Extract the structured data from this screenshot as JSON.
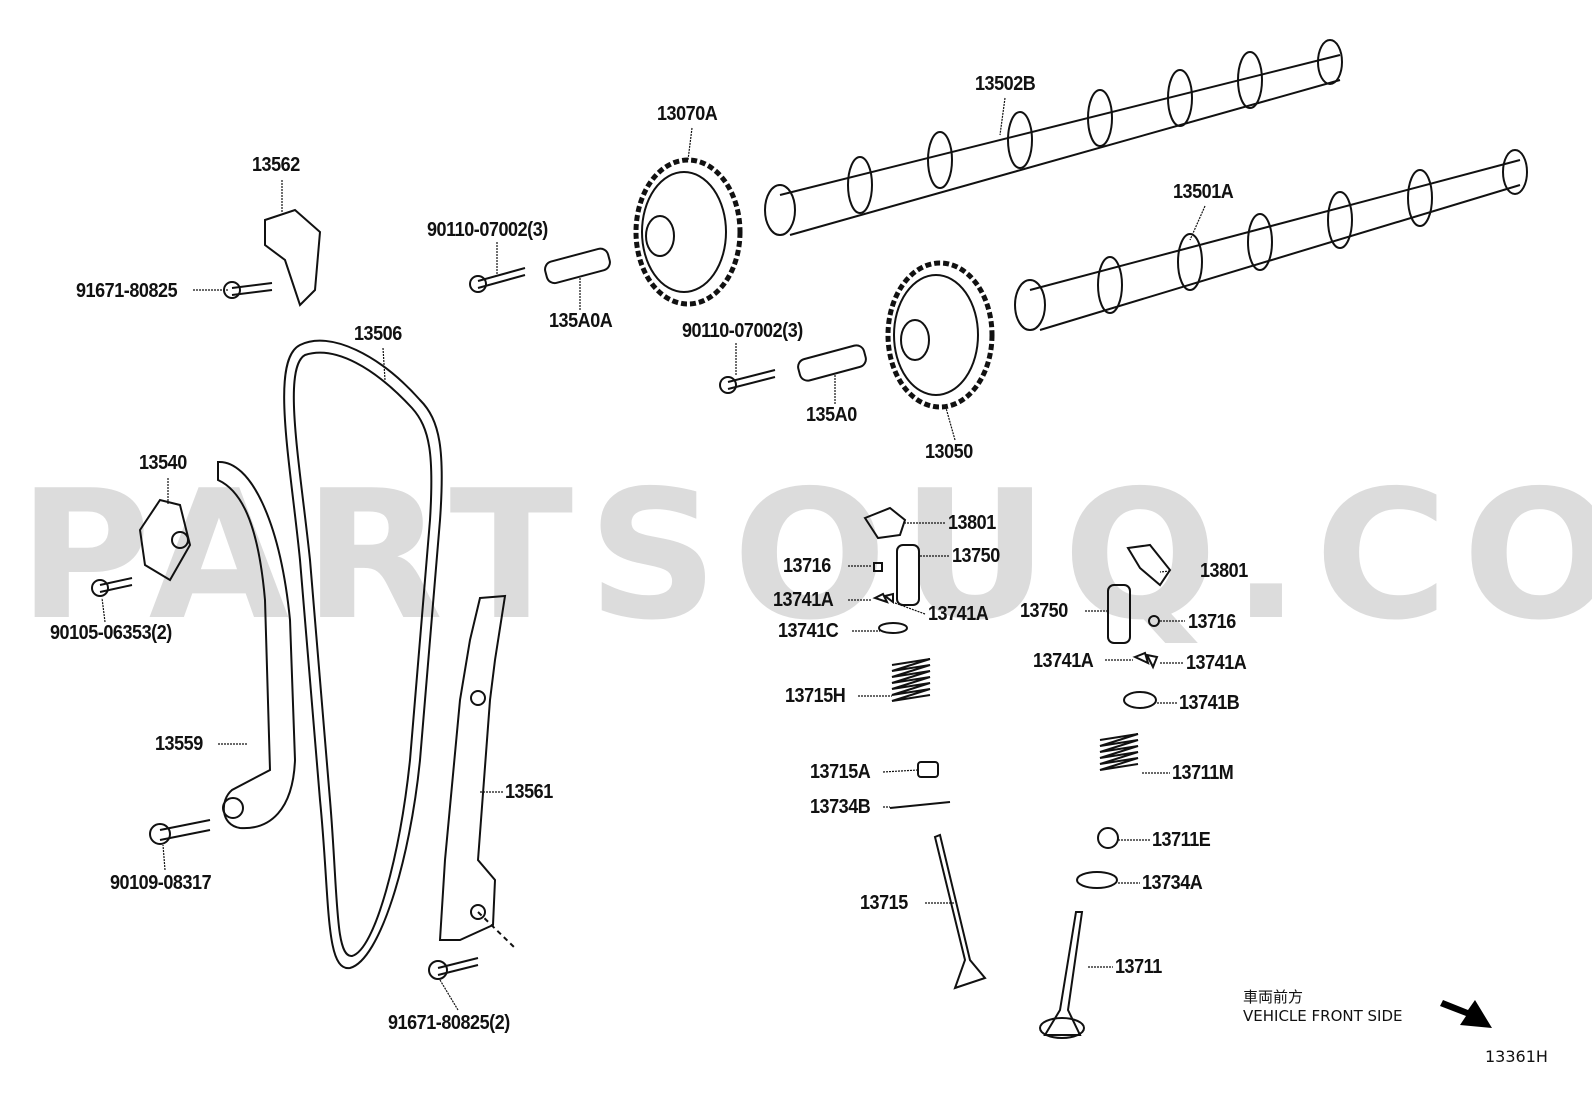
{
  "watermark": "PARTSOUQ.COM",
  "callouts": {
    "c13562": "13562",
    "c91671_80825": "91671-80825",
    "c90110_a": "90110-07002(3)",
    "c135A0A": "135A0A",
    "c13070A": "13070A",
    "c13502B": "13502B",
    "c13501A": "13501A",
    "c13506": "13506",
    "c90110_b": "90110-07002(3)",
    "c135A0": "135A0",
    "c13050": "13050",
    "c13540": "13540",
    "c90105": "90105-06353(2)",
    "c13559": "13559",
    "c90109": "90109-08317",
    "c13561": "13561",
    "c91671_2": "91671-80825(2)",
    "c13801_a": "13801",
    "c13716_a": "13716",
    "c13750_a": "13750",
    "c13741A_a": "13741A",
    "c13741A_b": "13741A",
    "c13741C": "13741C",
    "c13715H": "13715H",
    "c13715A": "13715A",
    "c13734B": "13734B",
    "c13715": "13715",
    "c13801_b": "13801",
    "c13750_b": "13750",
    "c13716_b": "13716",
    "c13741A_c": "13741A",
    "c13741A_d": "13741A",
    "c13741B": "13741B",
    "c13711M": "13711M",
    "c13711E": "13711E",
    "c13734A": "13734A",
    "c13711": "13711"
  },
  "direction": {
    "japanese": "車両前方",
    "english": "VEHICLE FRONT SIDE"
  },
  "figure_ref": "13361H"
}
